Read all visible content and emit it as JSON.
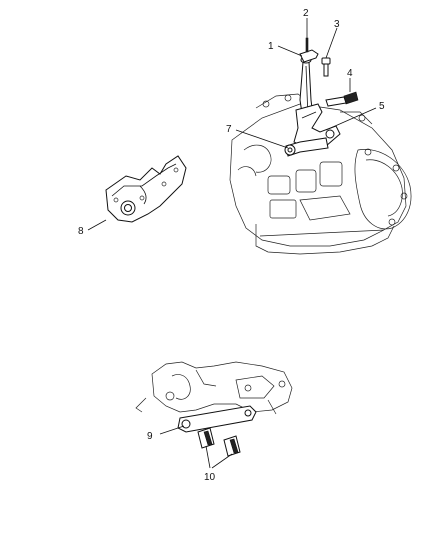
{
  "callouts": {
    "c1": "1",
    "c2": "2",
    "c3": "3",
    "c4": "4",
    "c5": "5",
    "c7": "7",
    "c8": "8",
    "c9": "9",
    "c10": "10"
  }
}
